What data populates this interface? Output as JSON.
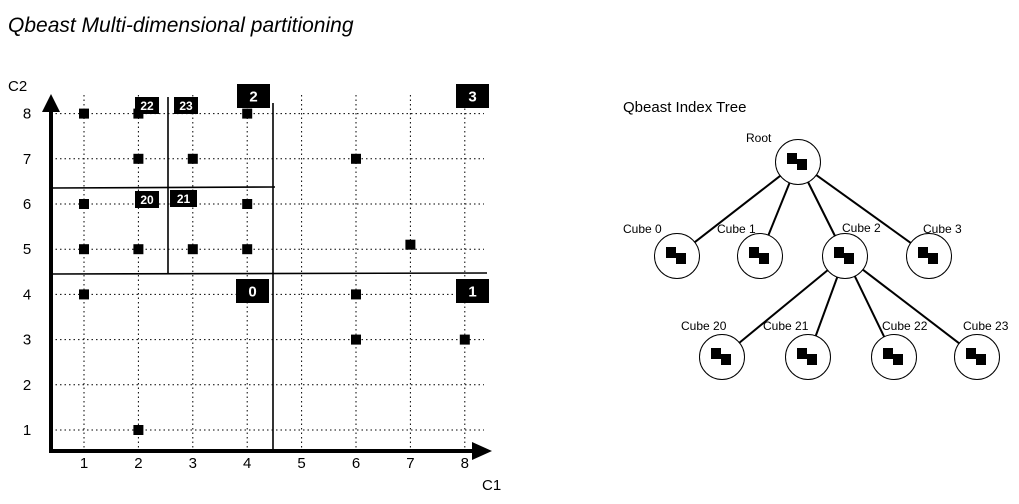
{
  "title": "Qbeast Multi-dimensional partitioning",
  "grid": {
    "x_axis_label": "C1",
    "y_axis_label": "C2",
    "x_ticks": [
      "1",
      "2",
      "3",
      "4",
      "5",
      "6",
      "7",
      "8"
    ],
    "y_ticks": [
      "1",
      "2",
      "3",
      "4",
      "5",
      "6",
      "7",
      "8"
    ],
    "points": [
      [
        1,
        8
      ],
      [
        2,
        8
      ],
      [
        4,
        8
      ],
      [
        2,
        7
      ],
      [
        3,
        7
      ],
      [
        6,
        7
      ],
      [
        1,
        6
      ],
      [
        4,
        6
      ],
      [
        1,
        5
      ],
      [
        2,
        5
      ],
      [
        3,
        5
      ],
      [
        4,
        5
      ],
      [
        7,
        5.1
      ],
      [
        1,
        4
      ],
      [
        6,
        4
      ],
      [
        6,
        3
      ],
      [
        8,
        3
      ],
      [
        2,
        1
      ]
    ],
    "cube_labels": [
      "22",
      "23",
      "2",
      "3",
      "20",
      "21",
      "0",
      "1"
    ]
  },
  "tree": {
    "title": "Qbeast Index Tree",
    "root_label": "Root",
    "level1": [
      "Cube 0",
      "Cube 1",
      "Cube 2",
      "Cube 3"
    ],
    "level2": [
      "Cube 20",
      "Cube 21",
      "Cube 22",
      "Cube 23"
    ]
  }
}
